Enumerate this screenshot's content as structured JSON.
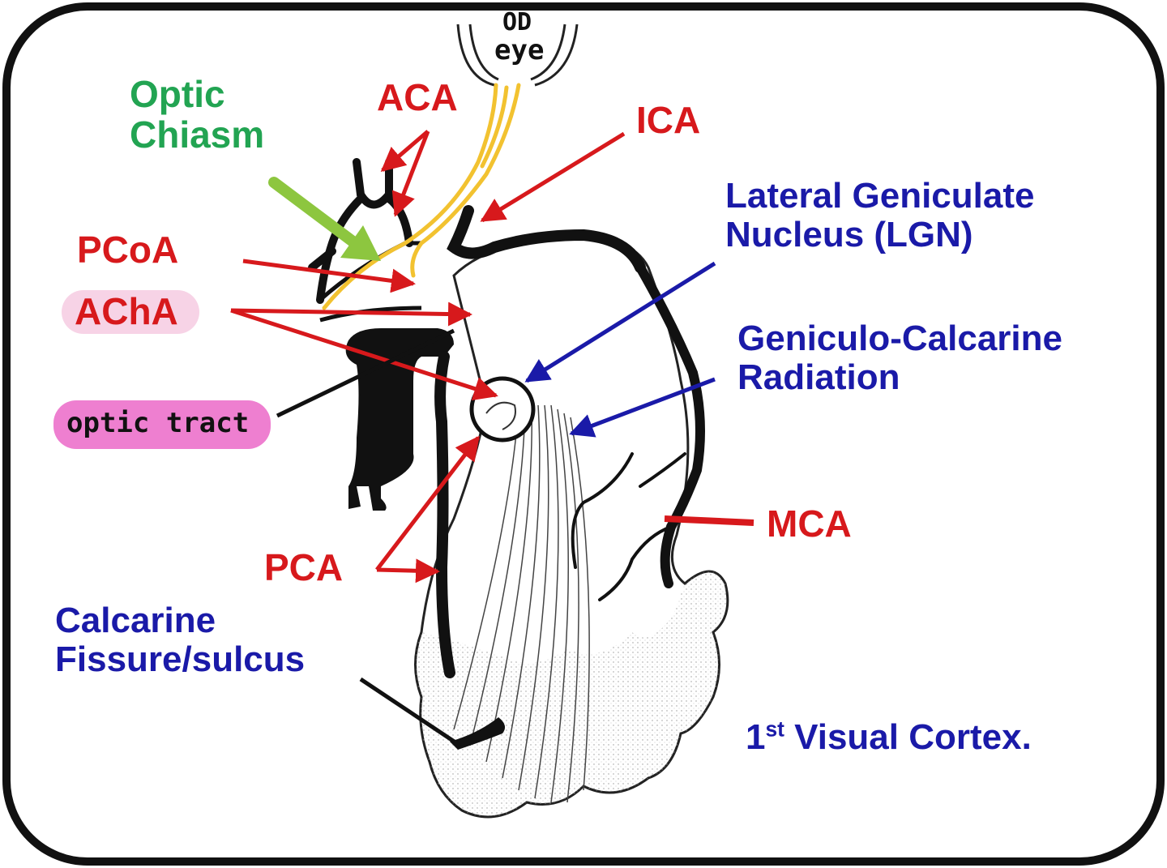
{
  "labels": {
    "eye_top": "OD",
    "eye_bottom": "eye",
    "optic_chiasm_line1": "Optic",
    "optic_chiasm_line2": "Chiasm",
    "aca": "ACA",
    "ica": "ICA",
    "pcoa": "PCoA",
    "acha": "AChA",
    "optic_tract": "optic tract",
    "lgn_line1": "Lateral Geniculate",
    "lgn_line2": "Nucleus (LGN)",
    "radiation_line1": "Geniculo-Calcarine",
    "radiation_line2": "Radiation",
    "mca": "MCA",
    "pca": "PCA",
    "calcarine_line1": "Calcarine",
    "calcarine_line2": "Fissure/sulcus",
    "cortex_number": "1",
    "cortex_sup": "st",
    "cortex_text": " Visual Cortex."
  },
  "colors": {
    "artery_label": "#d7191c",
    "neural_label": "#1a1aa8",
    "chiasm_label": "#22a452",
    "chiasm_arrow": "#8dc63f",
    "optic_nerve": "#f2c230",
    "acha_highlight": "#f7d3e6",
    "optic_tract_highlight": "#ee7fd0"
  }
}
